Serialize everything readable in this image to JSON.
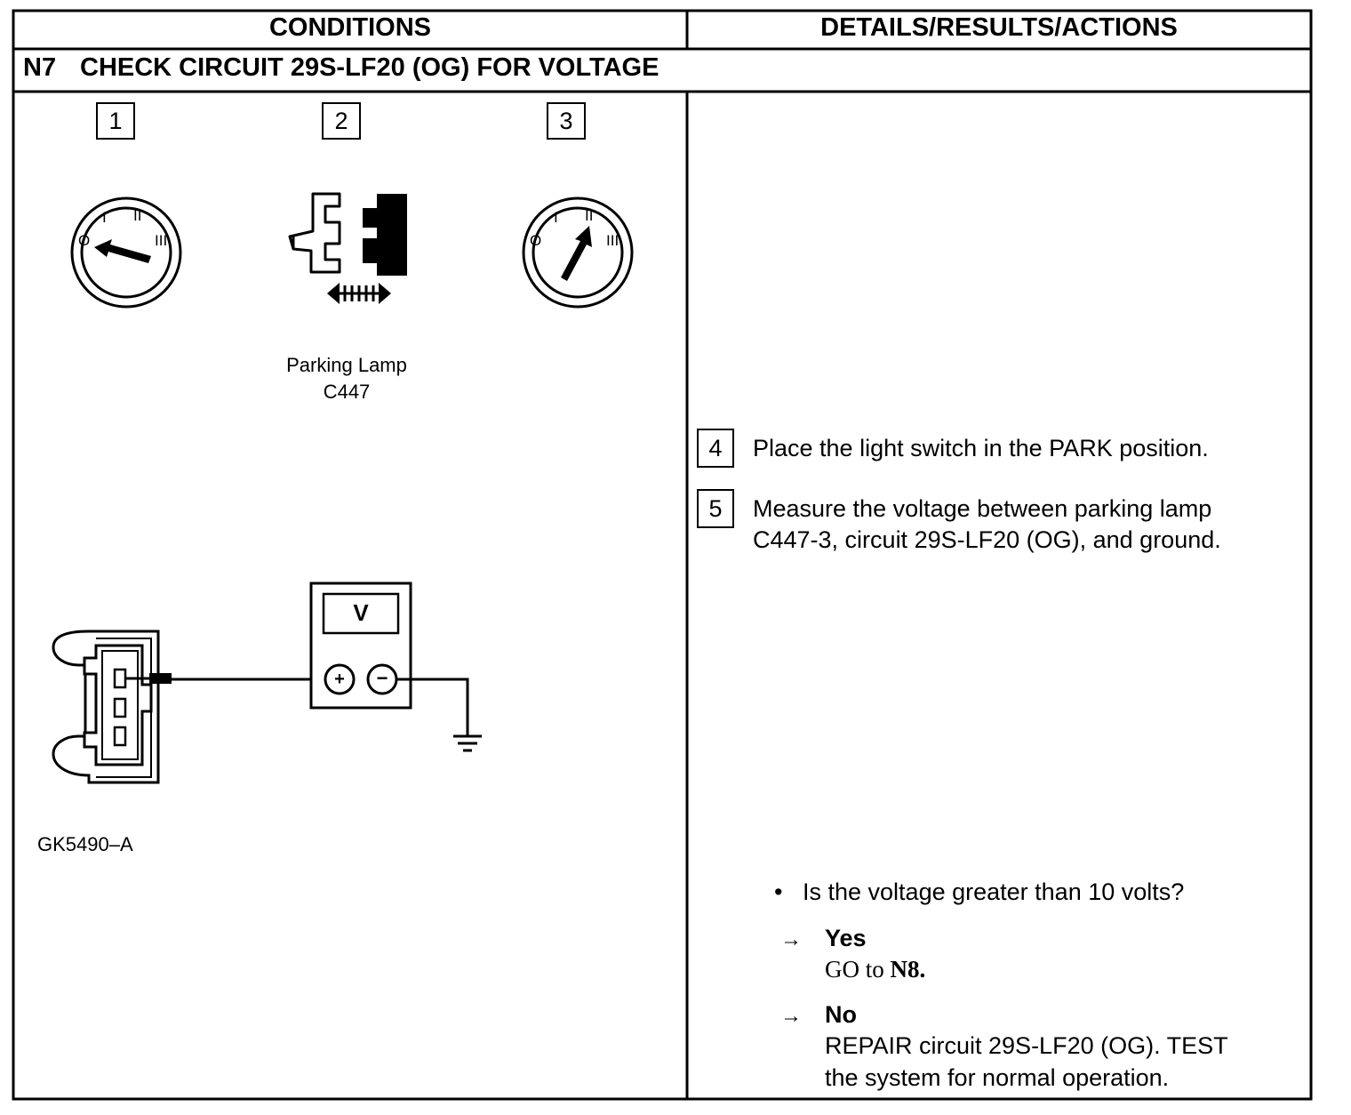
{
  "header": {
    "conditions": "CONDITIONS",
    "details": "DETAILS/RESULTS/ACTIONS"
  },
  "test": {
    "id": "N7",
    "title": "CHECK CIRCUIT 29S-LF20 (OG) FOR VOLTAGE"
  },
  "illustration": {
    "steps": [
      "1",
      "2",
      "3"
    ],
    "switch_labels": [
      "O",
      "I",
      "II",
      "III"
    ],
    "connector_label_line1": "Parking Lamp",
    "connector_label_line2": "C447",
    "meter_label": "V",
    "plus_symbol": "+",
    "minus_symbol": "−",
    "figure_code": "GK5490–A"
  },
  "actions": {
    "step4": {
      "num": "4",
      "text": "Place the light switch in the PARK position."
    },
    "step5": {
      "num": "5",
      "line1": "Measure the voltage between parking lamp",
      "line2": "C447-3, circuit 29S-LF20 (OG), and ground."
    },
    "question_bullet": "•",
    "question": "Is the voltage greater than 10 volts?",
    "arrow": "→",
    "yes_label": "Yes",
    "yes_action_prefix": "GO to ",
    "yes_action_target": "N8.",
    "no_label": "No",
    "no_line1": "REPAIR circuit 29S-LF20 (OG). TEST",
    "no_line2": "the system for normal operation."
  }
}
